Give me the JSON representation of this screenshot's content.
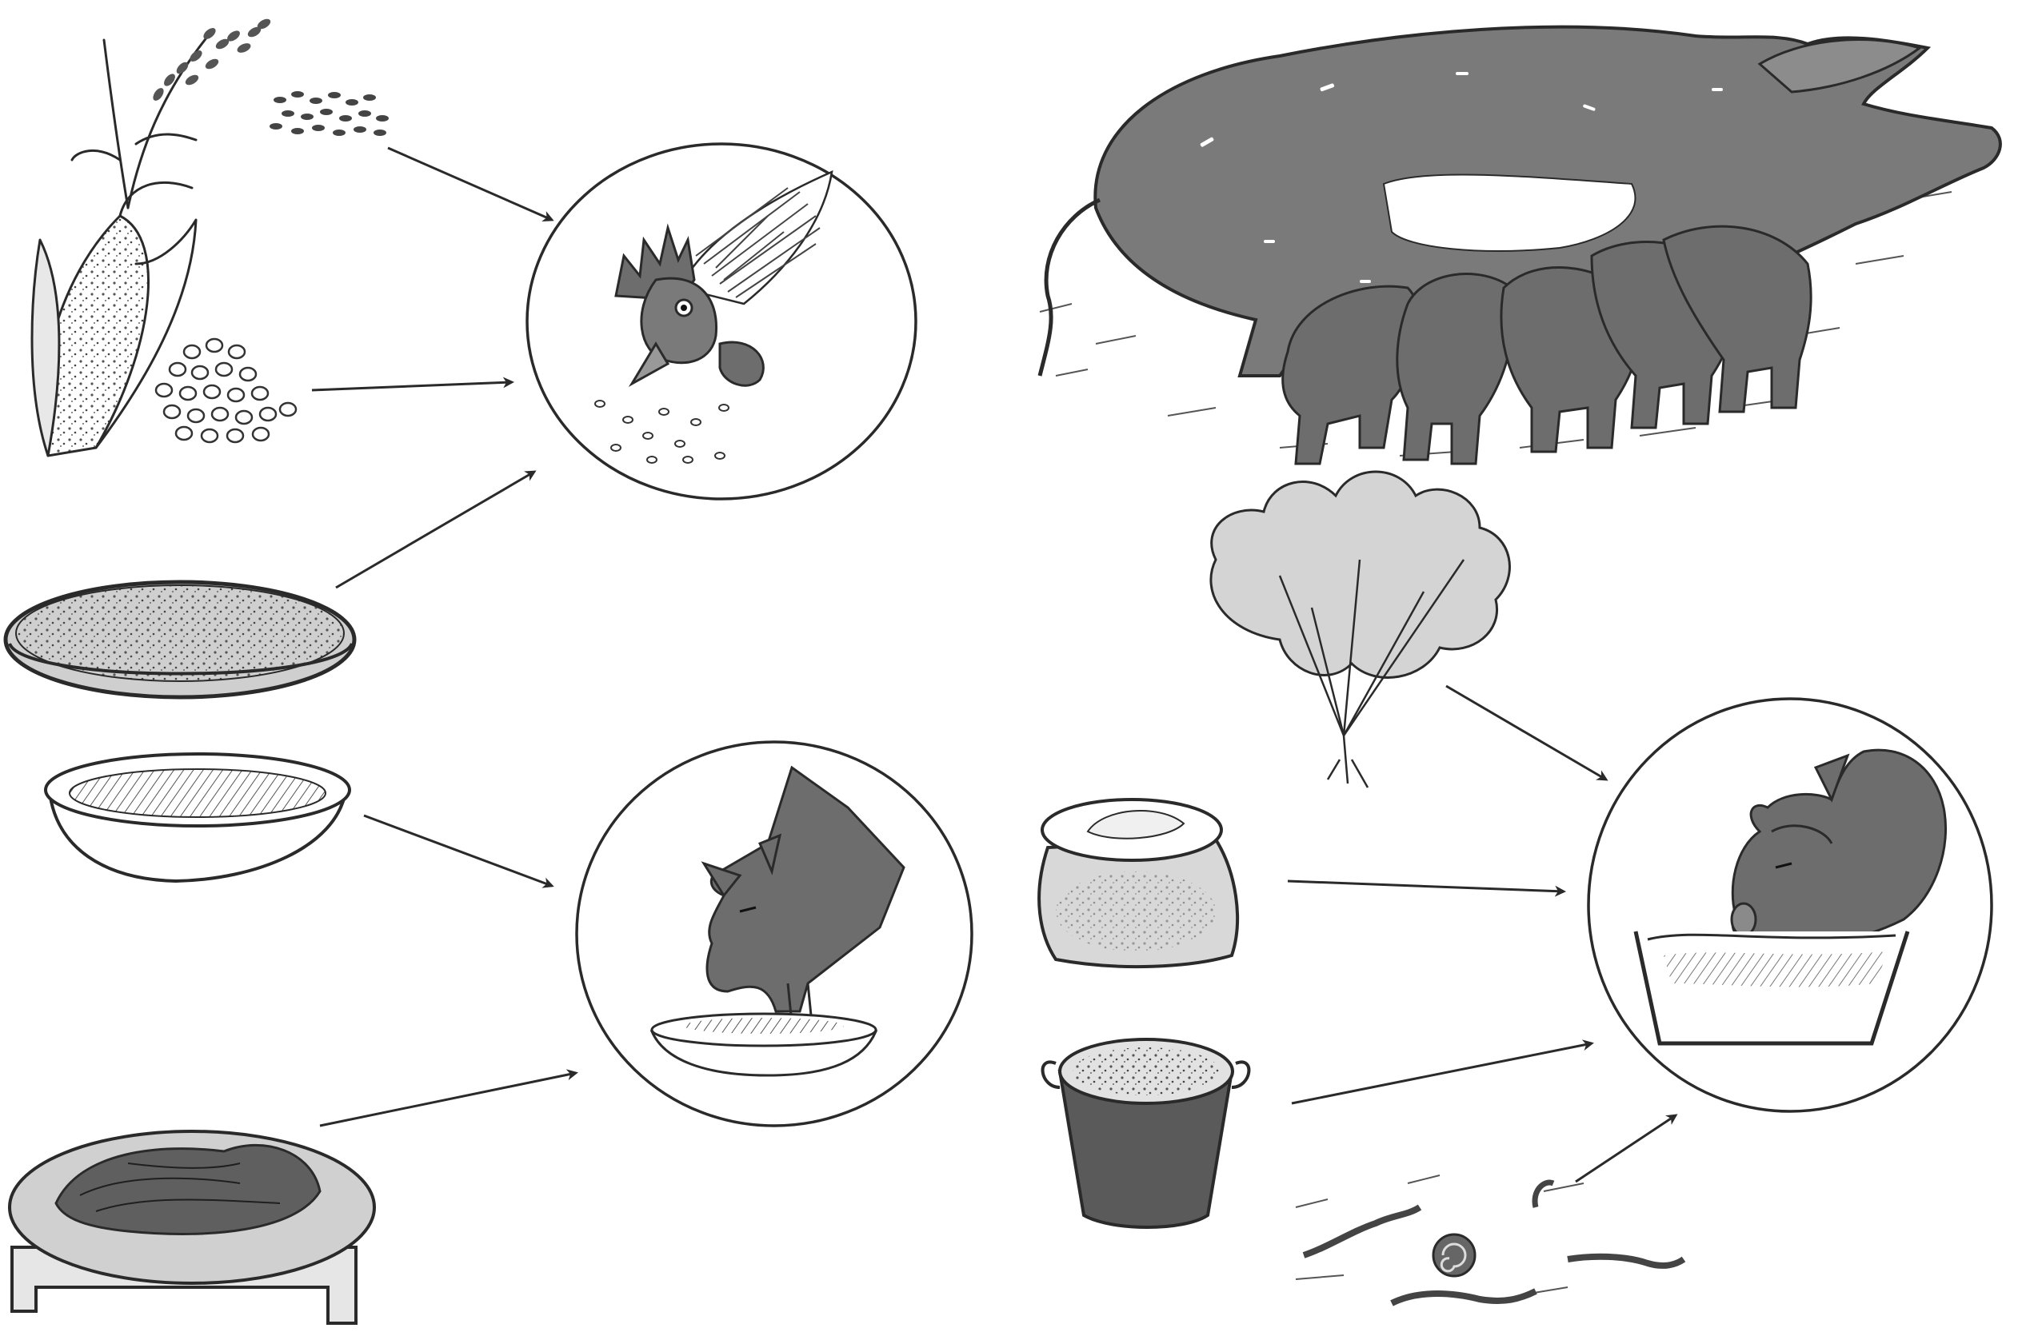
{
  "diagram": {
    "type": "feeding-illustration",
    "ink_color": "#2a2a2a",
    "fill_dark": "#6d6d6d",
    "fill_mid": "#9a9a9a",
    "fill_light": "#d6d6d6",
    "animals": [
      {
        "id": "chicken",
        "icon": "chicken-icon",
        "foods": [
          "rice-plant",
          "grains",
          "corn-kernels",
          "bran-tray"
        ]
      },
      {
        "id": "dog",
        "icon": "dog-icon",
        "foods": [
          "food-bowl",
          "meat-board"
        ]
      },
      {
        "id": "pig",
        "icon": "pig-icon",
        "foods": [
          "leafy-vegetable",
          "feed-sack",
          "swill-bucket",
          "worms-snail"
        ]
      }
    ],
    "extra_scene": "sow-with-piglets"
  }
}
